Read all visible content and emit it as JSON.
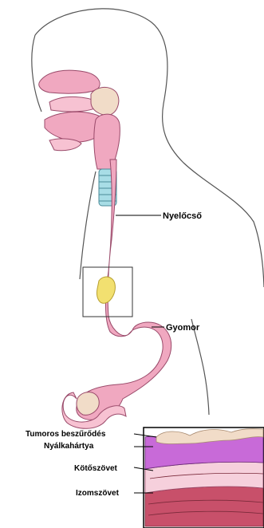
{
  "labels": {
    "esophagus": "Nyelőcső",
    "stomach": "Gyomor",
    "tumor_infiltration": "Tumoros beszűrődés",
    "mucosa": "Nyálkahártya",
    "connective_tissue": "Kötőszövet",
    "muscle_tissue": "Izomszövet"
  },
  "colors": {
    "organ_pink": "#f0a8c0",
    "organ_outline": "#9a4a6a",
    "trachea_blue": "#a8dde6",
    "tumor_yellow": "#f2e070",
    "mucosa_purple": "#c86ad8",
    "tumor_cream": "#f1dcc8",
    "connective_pink": "#f6d0dc",
    "muscle_red": "#c8506a",
    "body_outline": "#555555"
  }
}
